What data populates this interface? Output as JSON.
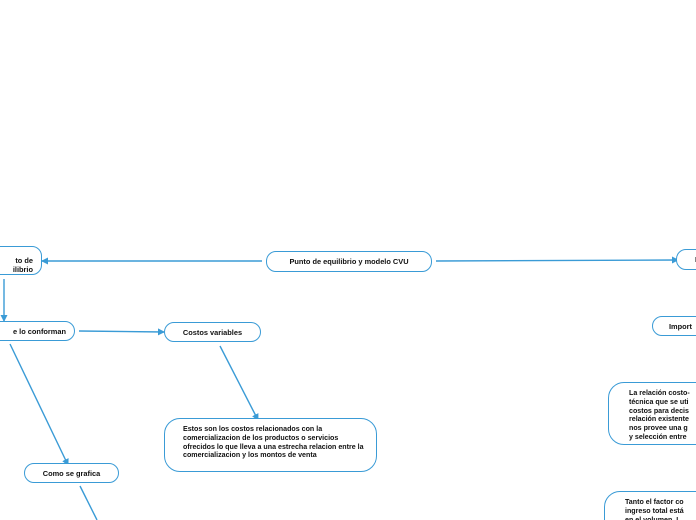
{
  "nodes": {
    "root": "Punto de equilibrio y modelo CVU",
    "punto_line1": "to de",
    "punto_line2": "ilibrio",
    "lo_conforman": "e lo conforman",
    "costos_variables": "Costos variables",
    "costos_variables_desc": "Estos son los costos relacionados con la comercializacion de los productos o servicios ofrecidos lo que lleva a una estrecha relacion entre la comercializacion y los montos de venta",
    "como_se_grafica": "Como se grafica",
    "right_node": "M",
    "importancia": "Import",
    "relacion_text": "La relación costo-\ntécnica que se uti\ncostos para decis\nrelación existente\nnos provee una g\ny selección entre",
    "factor_text": "Tanto el factor co\ningreso total está\nen el volumen. L"
  },
  "colors": {
    "node_border": "#3a9bd6",
    "connector": "#3a9bd6",
    "background": "#ffffff",
    "text": "#111111"
  }
}
